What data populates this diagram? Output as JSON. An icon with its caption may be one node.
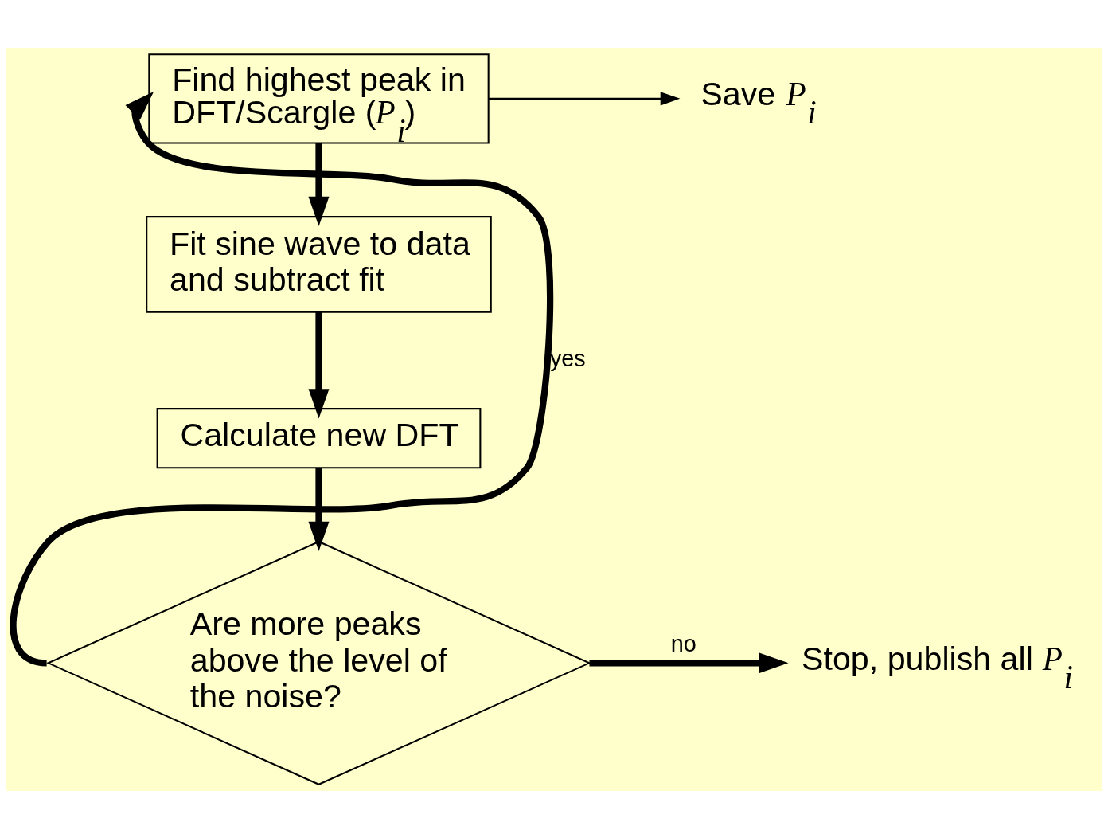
{
  "diagram": {
    "nodes": [
      {
        "text": [
          "Find highest peak in DFT/Scargle (*P*$_{i}$)"
        ]
      },
      {
        "text": [
          "Fit sine wave to data and subtract fit"
        ]
      },
      {
        "text": [
          "Calculate new DFT"
        ]
      },
      {
        "text": [
          "Are more peaks above the level of the noise?"
        ]
      },
      {
        "text": [
          "Save *P*$_{i}$"
        ]
      },
      {
        "text": [
          "Stop, publish all *P*$_{i}$"
        ]
      }
    ],
    "edges": [
      {
        "from": 0,
        "to": 4,
        "arrow": "to"
      },
      {
        "from": 0,
        "to": 1,
        "arrow": "to"
      },
      {
        "from": 1,
        "to": 2,
        "arrow": "to"
      },
      {
        "from": 2,
        "to": 3,
        "arrow": "to"
      },
      {
        "from": 3,
        "to": 0,
        "arrow": "to",
        "label": "yes"
      },
      {
        "from": 3,
        "to": 5,
        "arrow": "to",
        "label": "no"
      }
    ]
  }
}
